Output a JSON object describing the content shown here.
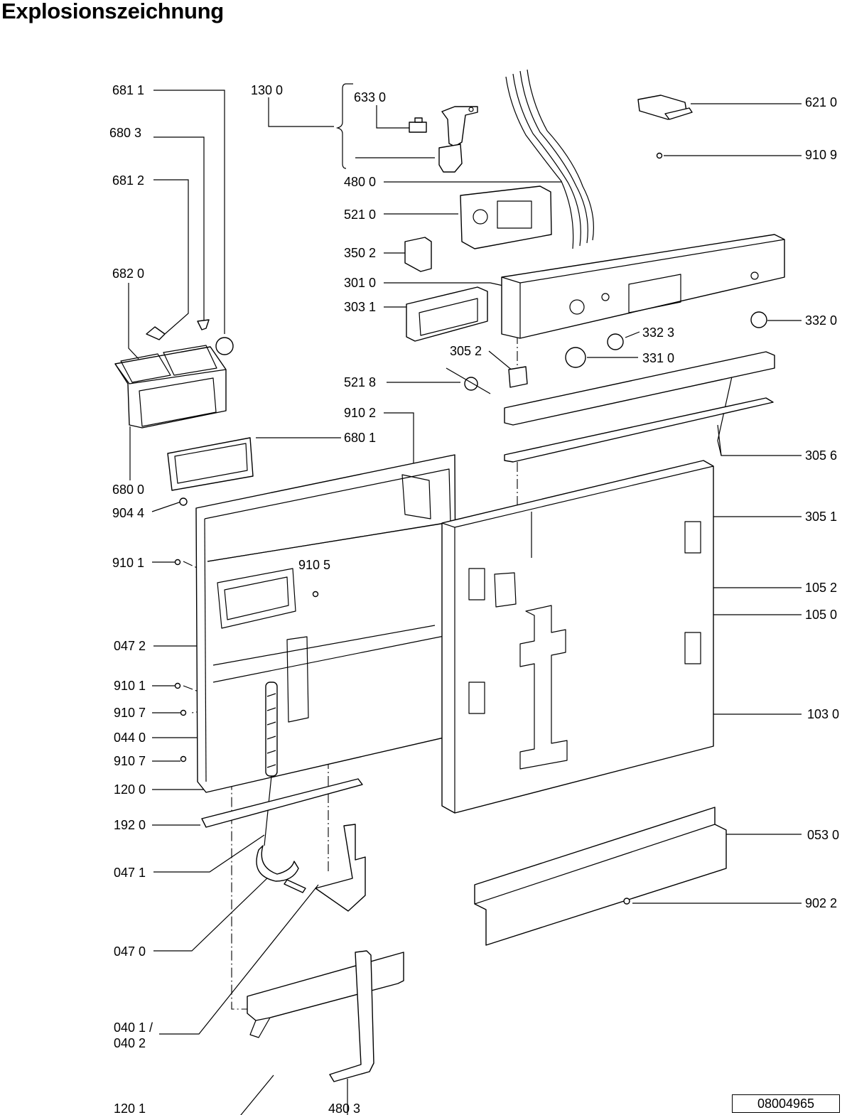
{
  "title": "Explosionszeichnung",
  "document_number": "08004965",
  "labels": {
    "p6811": "681 1",
    "p1300": "130 0",
    "p6330": "633 0",
    "p6210": "621 0",
    "p6803": "680 3",
    "p9109": "910 9",
    "p6812": "681 2",
    "p4800": "480 0",
    "p5210": "521 0",
    "p3502": "350 2",
    "p6820": "682 0",
    "p3010": "301 0",
    "p3031": "303 1",
    "p3320": "332 0",
    "p3323": "332 3",
    "p3052": "305 2",
    "p3310": "331 0",
    "p5218": "521 8",
    "p9102": "910 2",
    "p6801": "680 1",
    "p3056": "305 6",
    "p6800": "680 0",
    "p9044": "904 4",
    "p3051": "305 1",
    "p9101a": "910 1",
    "p9105": "910 5",
    "p1052": "105 2",
    "p1050": "105 0",
    "p0472": "047 2",
    "p9101b": "910 1",
    "p9107a": "910 7",
    "p1030": "103 0",
    "p0440": "044 0",
    "p9107b": "910 7",
    "p1200": "120 0",
    "p1920": "192 0",
    "p0530": "053 0",
    "p0471": "047 1",
    "p9022": "902 2",
    "p0470": "047 0",
    "p0401": "040 1 /",
    "p0402": "040 2",
    "p1201": "120 1",
    "p4803": "480 3"
  }
}
